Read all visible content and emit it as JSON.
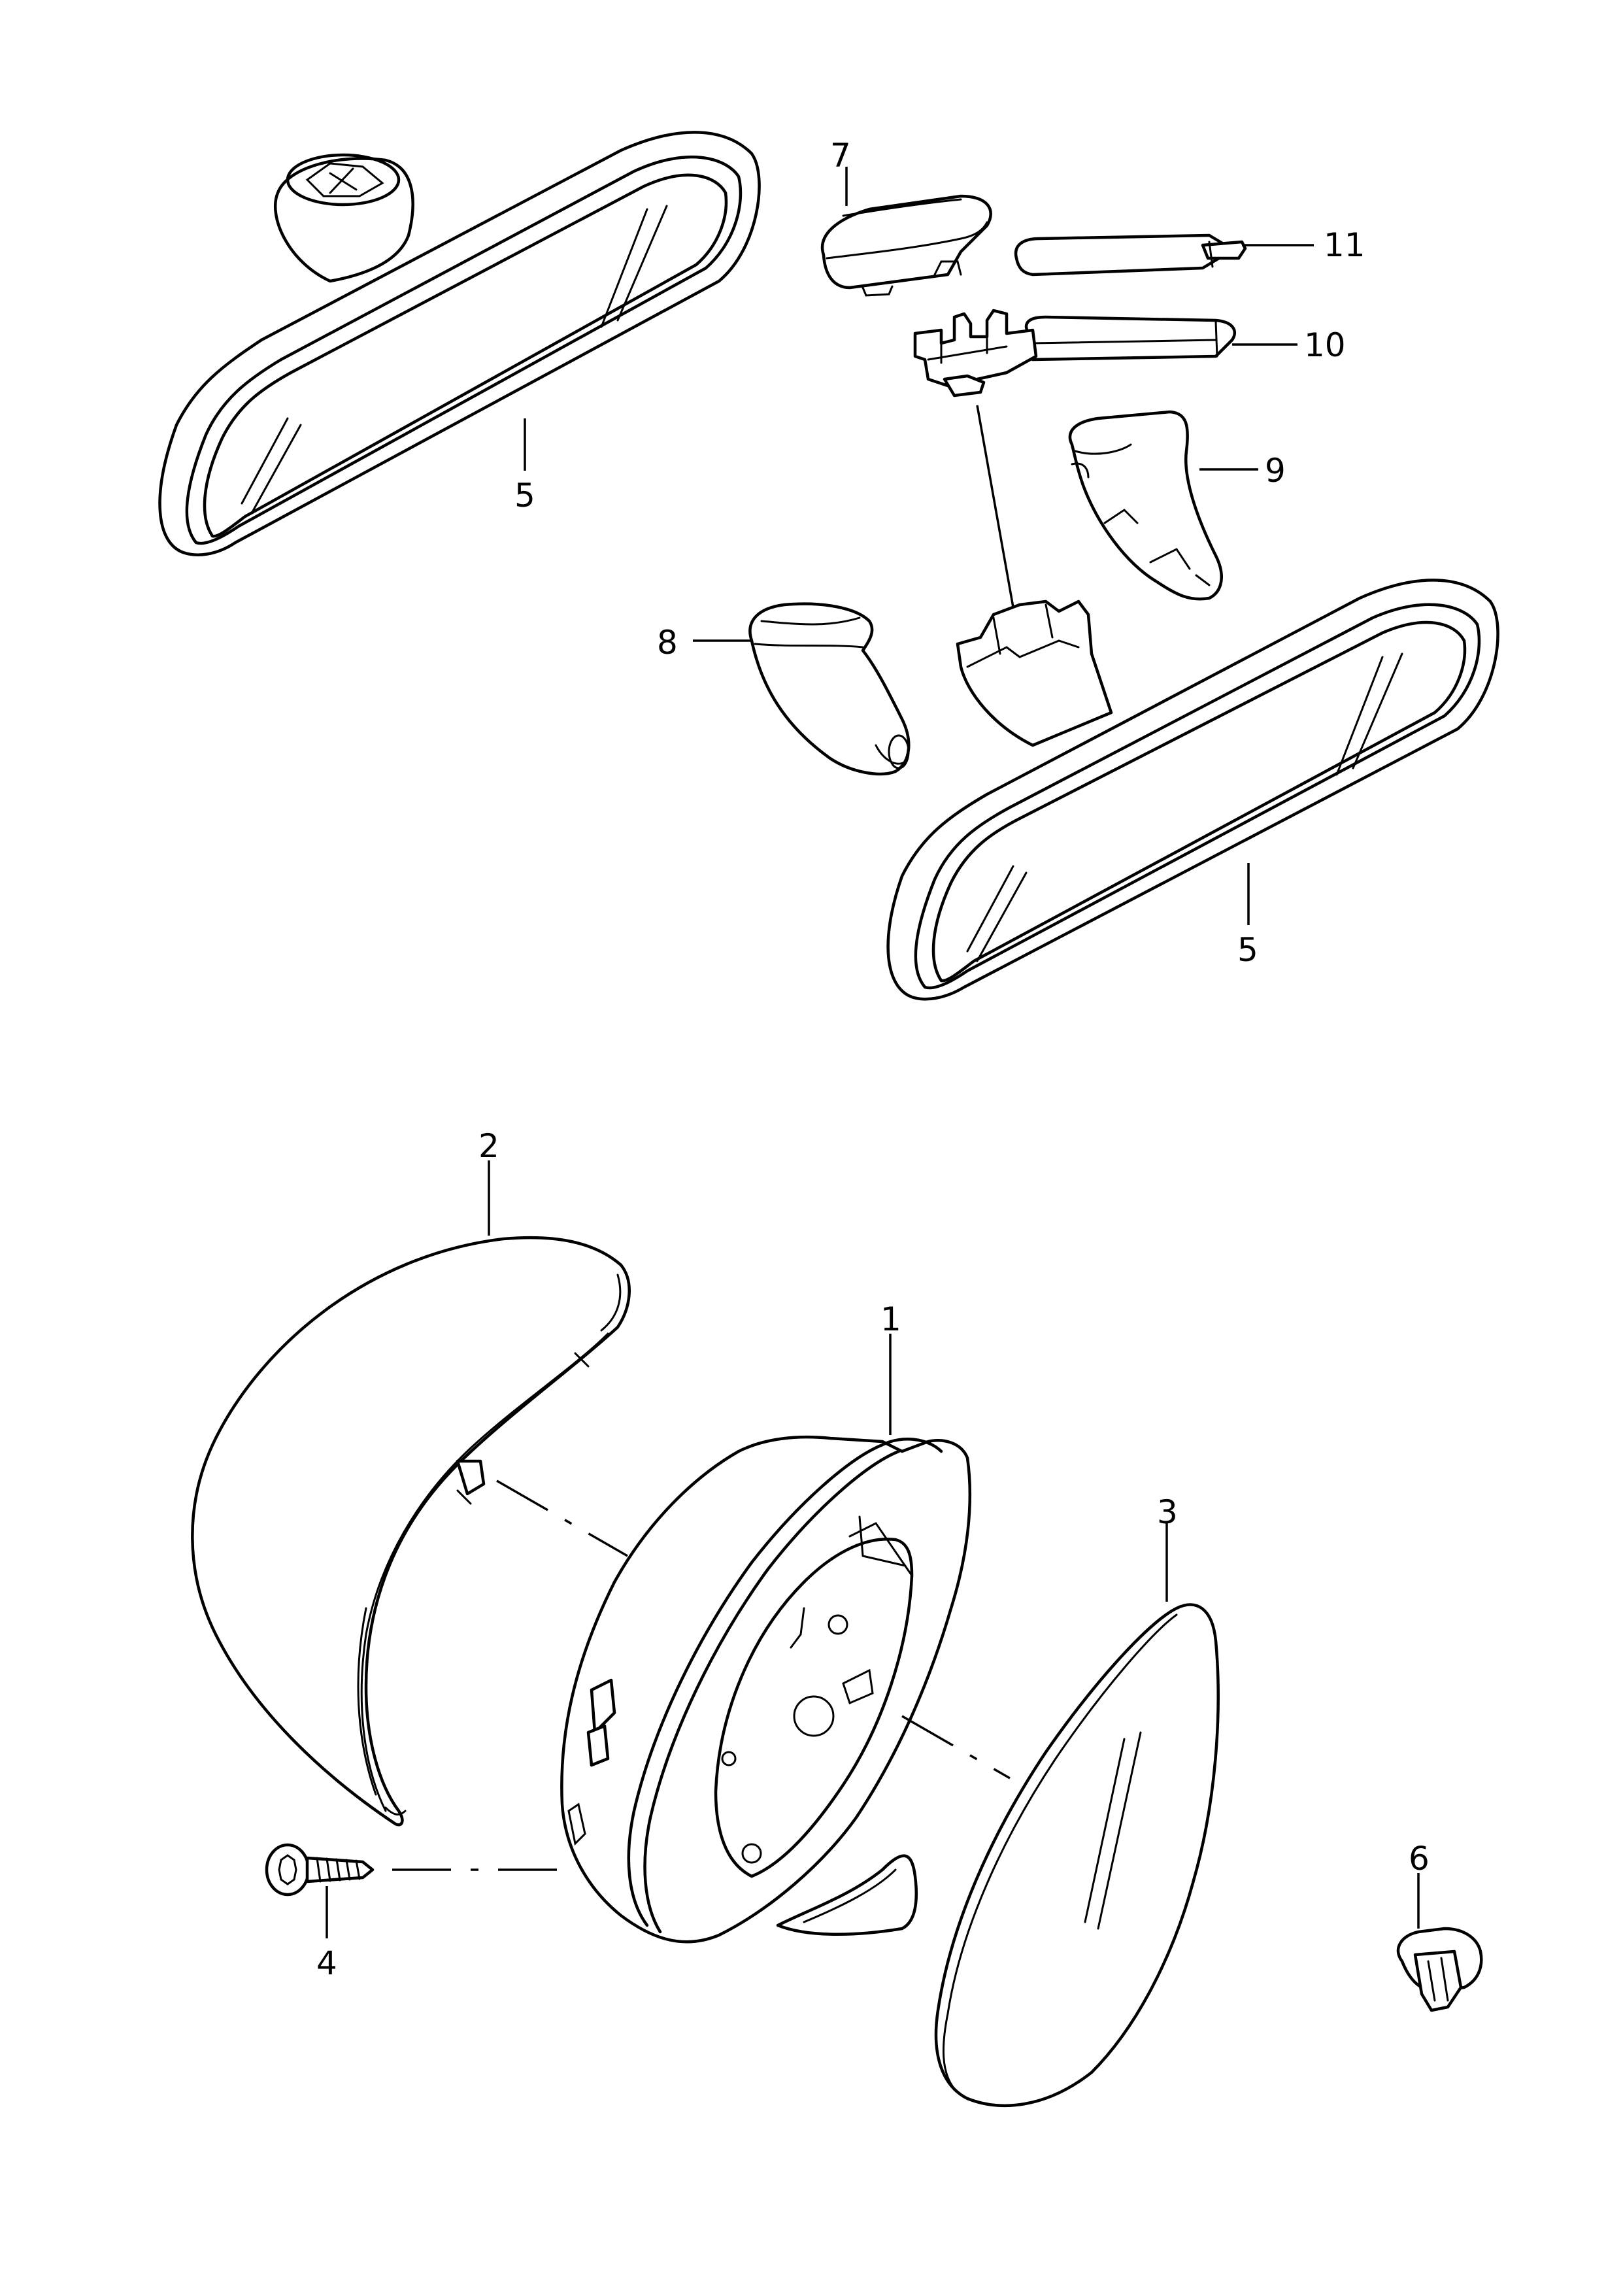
{
  "callouts": {
    "c1": "1",
    "c2": "2",
    "c3": "3",
    "c4": "4",
    "c5a": "5",
    "c5b": "5",
    "c6": "6",
    "c7": "7",
    "c8": "8",
    "c9": "9",
    "c10": "10",
    "c11": "11"
  },
  "colors": {
    "line": "#000000",
    "background": "#ffffff"
  }
}
